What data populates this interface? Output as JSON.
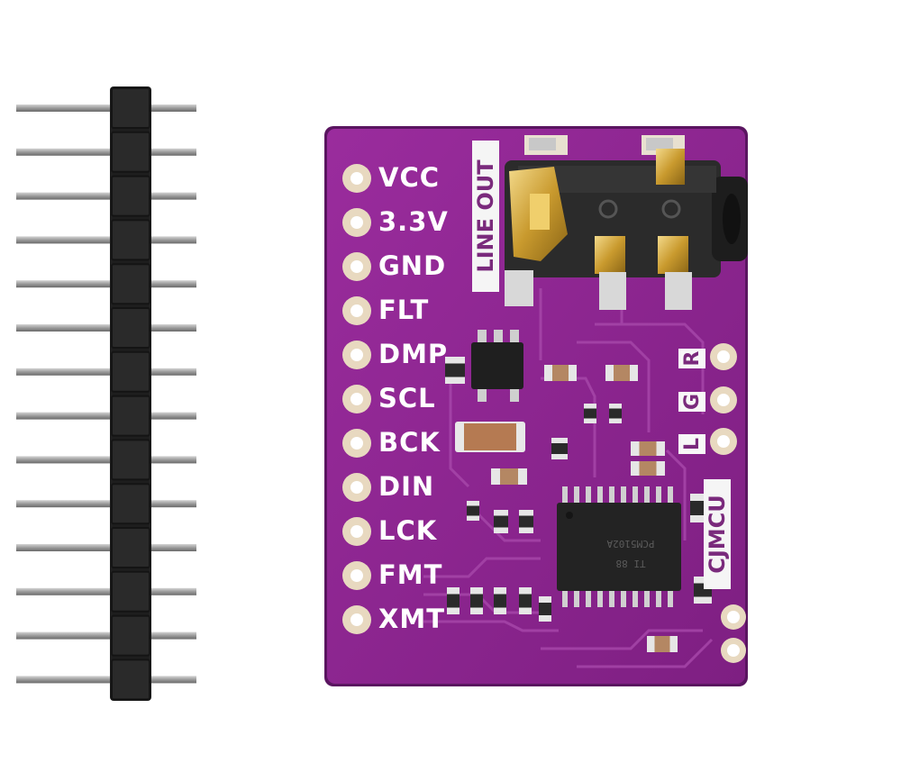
{
  "board": {
    "pin_labels": [
      "VCC",
      "3.3V",
      "GND",
      "FLT",
      "DMP",
      "SCL",
      "BCK",
      "DIN",
      "LCK",
      "FMT",
      "XMT"
    ],
    "jack_label": "LINE OUT",
    "right_labels": [
      "R",
      "G",
      "L"
    ],
    "brand": "CJMCU",
    "chip_marking_1": "PCM5102A",
    "chip_marking_2": "TI 88"
  },
  "colors": {
    "pcb": "#8e2591",
    "pcb_dark": "#6e1b72",
    "pad": "#e8d9c0",
    "header_body": "#1c1c1c",
    "pin_metal": "#b9b9b9",
    "jack_body": "#2a2a2a",
    "gold": "#d8b04a"
  }
}
